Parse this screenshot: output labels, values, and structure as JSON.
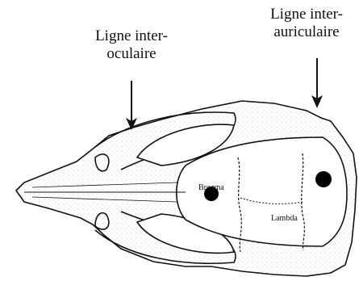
{
  "labels": {
    "interocular": {
      "line1": "Ligne inter-",
      "line2": "oculaire"
    },
    "interauricular": {
      "line1": "Ligne inter-",
      "line2": "auriculaire"
    }
  },
  "landmarks": {
    "bregma": "Bregma",
    "lambda": "Lambda"
  },
  "colors": {
    "ink": "#111111",
    "background": "#ffffff"
  }
}
